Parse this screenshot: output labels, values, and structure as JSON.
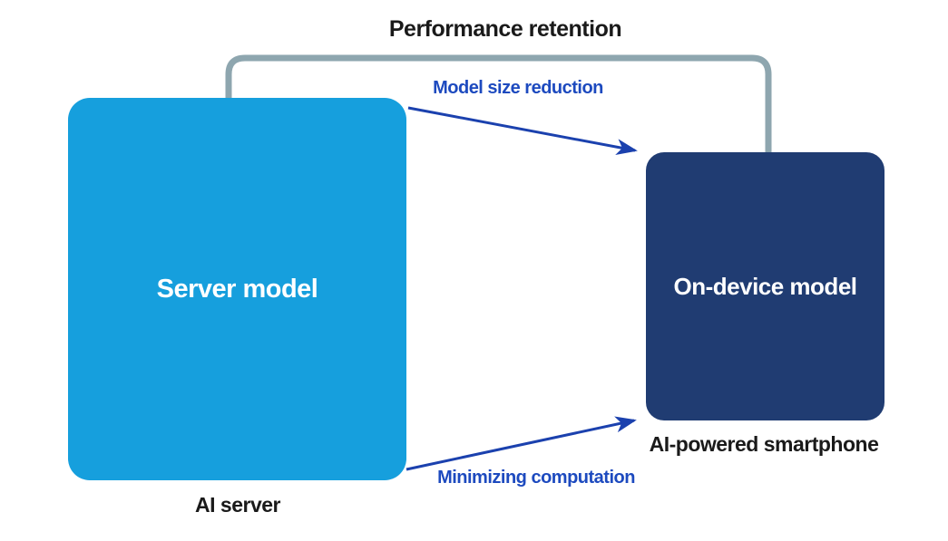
{
  "diagram": {
    "title": "Performance retention",
    "server": {
      "box_label": "Server model",
      "caption": "AI server"
    },
    "device": {
      "box_label": "On-device model",
      "caption": "AI-powered smartphone"
    },
    "arrows": {
      "top": {
        "label": "Model size reduction"
      },
      "bottom": {
        "label": "Minimizing computation"
      }
    }
  },
  "colors": {
    "server_box": "#169FDD",
    "device_box": "#203C72",
    "connector_gray": "#8EA6AF",
    "arrow_blue": "#1B41AE",
    "arrow_label_blue": "#1D4ABF",
    "caption_text": "#1A1A1A",
    "title_text": "#1A1A1A",
    "box_text": "#FFFFFF",
    "background": "#FFFFFF"
  }
}
